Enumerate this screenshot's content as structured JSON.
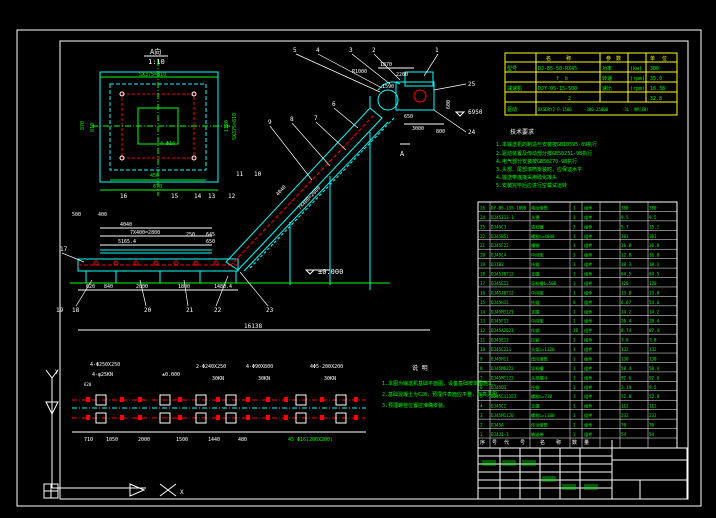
{
  "colors": {
    "background": "#000000",
    "frame": "#ffffff",
    "section": "#00ffff",
    "dims": "#00ff00",
    "text": "#ffffff",
    "hatch": "#ff0000",
    "table_text": "#00ff00",
    "title_header": "#ffff00",
    "leader": "#ffffff"
  },
  "detail_view": {
    "label": "A向",
    "scale": "1:10",
    "dims": [
      "SX375=810",
      "870",
      "810",
      "1120",
      "SX375=810",
      "4-Φ14",
      "450",
      "670"
    ]
  },
  "part_numbers_top": [
    "5",
    "4",
    "3",
    "2",
    "1"
  ],
  "part_numbers_side": [
    "9",
    "8",
    "7",
    "6"
  ],
  "part_numbers_mid": [
    "11",
    "10",
    "12",
    "14",
    "13",
    "15",
    "16",
    "17"
  ],
  "part_numbers_bottom": [
    "19",
    "18",
    "20",
    "21",
    "22",
    "23",
    "24",
    "25"
  ],
  "main_dims": {
    "top_right": [
      "1870",
      "R1000",
      "2200",
      "1590",
      "650",
      "3000",
      "600",
      "800",
      "6950"
    ],
    "middle": [
      "4040",
      "7X400=2800",
      "5165.4",
      "250",
      "645",
      "500",
      "400",
      "650"
    ],
    "bottom": [
      "620",
      "840",
      "2000",
      "1800",
      "1480.4",
      "16138"
    ],
    "level": "±0.000",
    "section_mark": "A"
  },
  "spec_table": {
    "header": [
      "名",
      "称",
      "参",
      "数",
      "单",
      "位"
    ],
    "rows": [
      [
        "型号",
        "DJ-B5-50-RX45",
        "功率",
        "(kw)",
        "300"
      ],
      [
        "",
        "f_ b",
        "转速",
        "(rpm)",
        "35.0"
      ],
      [
        "减速机",
        "DJY-05-15-500",
        "速比",
        "(rpm)",
        "16.38"
      ],
      [
        "",
        "2",
        "",
        "",
        "32.8"
      ],
      [
        "驱动",
        "BXSDRY2-P-1500",
        "-300-25000",
        "-3L",
        "9M(ZB)"
      ]
    ]
  },
  "tech_notes": {
    "title": "技术要求",
    "items": [
      "1.本输送机的制造与安装按GB10595-89执行",
      "2.驱动装置及传动部分按GB50231-98执行",
      "  4.电气部分安装按GB50270-98执行",
      "3.头部、尾部滚筒安装时，应保证水平",
      "4.输送带连接采用硫化接头",
      "5.安装完毕后应进行空载试运转"
    ]
  },
  "parts_list": [
    [
      "26",
      "DY-B5-135-1000",
      "电动滚筒",
      "1",
      "组件",
      "380",
      "380"
    ],
    [
      "24",
      "DJ45J13-1",
      "头罩",
      "1",
      "组件",
      "9.5",
      "9.5"
    ],
    [
      "25",
      "DJ45C3",
      "清扫器",
      "3",
      "组件",
      "5.7",
      "15.1"
    ],
    [
      "22",
      "DJ45B51",
      "螺栓L=4040",
      "1",
      "组件",
      "101",
      "101"
    ],
    [
      "21",
      "DJ45F22",
      "槽钢",
      "1",
      "组件",
      "16.8",
      "16.8"
    ],
    [
      "20",
      "DJ45C4",
      "中间架",
      "3",
      "组件",
      "12.0",
      "36.0"
    ],
    [
      "19",
      "DJ1B2",
      "托辊",
      "1",
      "组件",
      "18.3",
      "18.3"
    ],
    [
      "18",
      "DJ45J0712",
      "支腿",
      "1",
      "组件",
      "64.5",
      "64.5"
    ],
    [
      "17",
      "DJ45E12",
      "导料槽L=500",
      "1",
      "组件",
      "120",
      "120"
    ],
    [
      "16",
      "DJ45J0712",
      "中间架",
      "1",
      "组件",
      "13.0",
      "13.0"
    ],
    [
      "15",
      "DJ45H31",
      "托辊",
      "9",
      "组件",
      "6.07",
      "54.6"
    ],
    [
      "14",
      "DJ45M3121",
      "支腿",
      "1",
      "组件",
      "14.2",
      "14.2"
    ],
    [
      "13",
      "DJ45F12",
      "中间架",
      "1",
      "组件",
      "20.4",
      "20.4"
    ],
    [
      "12",
      "DJ45A2621",
      "托辊",
      "10",
      "组件",
      "8.74",
      "87.4"
    ],
    [
      "11",
      "DJ45E13",
      "拉紧",
      "1",
      "组件",
      "7.8",
      "7.8"
    ],
    [
      "10",
      "DJ45C211",
      "头架L=1320",
      "1",
      "组件",
      "132",
      "132"
    ],
    [
      "9",
      "DJ45H11",
      "改向滚筒",
      "1",
      "组件",
      "130",
      "130"
    ],
    [
      "8",
      "DJ45M6222",
      "导料槽",
      "1",
      "组件",
      "58.4",
      "58.4"
    ],
    [
      "7",
      "DJ45M1122",
      "头部漏斗",
      "1",
      "组件",
      "92.6",
      "92.6"
    ],
    [
      "6",
      "DJ45D3",
      "托辊",
      "3",
      "组件",
      "3.19",
      "9.5"
    ],
    [
      "5",
      "DJ45C31323",
      "螺栓L=730",
      "1",
      "组件",
      "52.8",
      "52.8"
    ],
    [
      "4",
      "DJ45C2",
      "支腿",
      "1",
      "组件",
      "112",
      "112"
    ],
    [
      "3",
      "DJ45M1120",
      "螺栓L=1100",
      "1",
      "组件",
      "232",
      "232"
    ],
    [
      "2",
      "DJ45A",
      "传动滚筒",
      "1",
      "组件",
      "70",
      "70"
    ],
    [
      "1",
      "DJ4J1-1",
      "输送带",
      "1",
      "组件",
      "54",
      "54"
    ]
  ],
  "parts_list_footer": [
    "序",
    "号",
    "代",
    "号",
    "名",
    "称",
    "数",
    "量"
  ],
  "plan_view": {
    "labels": [
      "4-Φ250X250",
      "±0.000",
      "2-Φ240X250",
      "4-Φ90X800",
      "4Φ5-200X200"
    ],
    "loads": [
      "30KN",
      "30KN",
      "30KN"
    ],
    "note": "4-φ25KN",
    "dims": [
      "710",
      "1050",
      "2000",
      "1500",
      "1440",
      "480"
    ],
    "total_label": "45 Φ16(200X200)"
  },
  "plan_notes": {
    "title": "说  明",
    "items": [
      "1.本图为输送机基础平面图，设备基础按本图施工。",
      "2.基础混凝土为C20，预埋件表面应平整，标高见图。",
      "3.预埋螺栓位置应准确安装。"
    ]
  },
  "ucs": {
    "y": "Y",
    "x": "X"
  }
}
